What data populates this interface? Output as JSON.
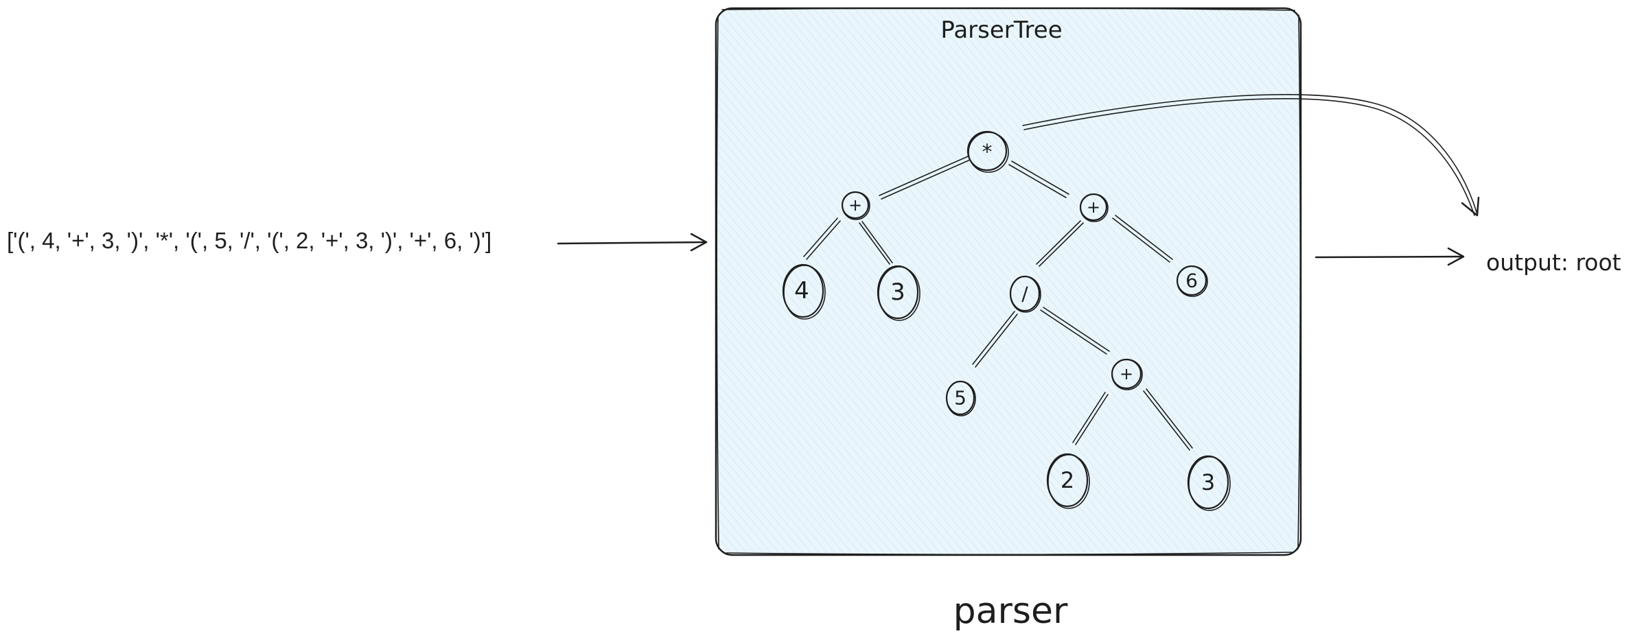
{
  "box": {
    "title": "ParserTree",
    "fill_color": "#eaf6fb",
    "stroke_color": "#1e1e1e"
  },
  "caption": "parser",
  "input_label": "['(', 4, '+', 3, ')', '*', '(', 5, '/', '(', 2, '+', 3, ')', '+', 6, ')']",
  "output_label": "output: root",
  "tree": {
    "nodes": [
      {
        "id": "mul",
        "label": "*"
      },
      {
        "id": "plus-left",
        "label": "+"
      },
      {
        "id": "plus-right",
        "label": "+"
      },
      {
        "id": "leaf-4",
        "label": "4"
      },
      {
        "id": "leaf-3a",
        "label": "3"
      },
      {
        "id": "div",
        "label": "/"
      },
      {
        "id": "leaf-6",
        "label": "6"
      },
      {
        "id": "leaf-5",
        "label": "5"
      },
      {
        "id": "plus-inner",
        "label": "+"
      },
      {
        "id": "leaf-2",
        "label": "2"
      },
      {
        "id": "leaf-3b",
        "label": "3"
      }
    ],
    "edges": [
      [
        "mul",
        "plus-left"
      ],
      [
        "mul",
        "plus-right"
      ],
      [
        "plus-left",
        "leaf-4"
      ],
      [
        "plus-left",
        "leaf-3a"
      ],
      [
        "plus-right",
        "div"
      ],
      [
        "plus-right",
        "leaf-6"
      ],
      [
        "div",
        "leaf-5"
      ],
      [
        "div",
        "plus-inner"
      ],
      [
        "plus-inner",
        "leaf-2"
      ],
      [
        "plus-inner",
        "leaf-3b"
      ]
    ]
  }
}
